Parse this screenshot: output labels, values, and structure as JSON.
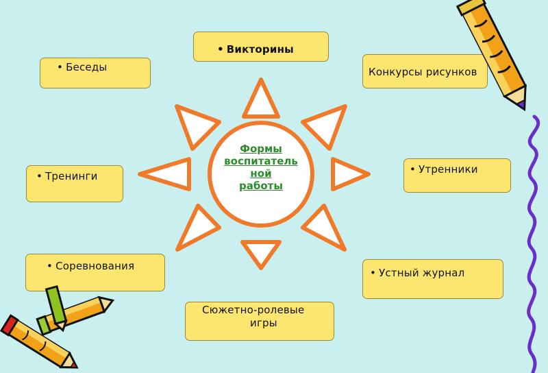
{
  "center": {
    "lines": [
      "Формы",
      "воспитатель",
      "ной",
      "работы"
    ]
  },
  "boxes": {
    "besedy": "Беседы",
    "viktoriny": "Викторины",
    "konkursy": "Конкурсы рисунков",
    "treningi": "Тренинги",
    "utrenniki": "Утренники",
    "sorevnovaniya": "Соревнования",
    "ustny": "Устный журнал",
    "syuzhet_line1": "Сюжетно-ролевые",
    "syuzhet_line2": "игры"
  },
  "colors": {
    "background": "#c9f0ef",
    "box_fill": "#fde66f",
    "sun_stroke": "#f07a2a",
    "center_text": "#2e8b2e",
    "squiggle": "#6a2fc9"
  },
  "icons": [
    "pencil-icon",
    "crayon-icon",
    "squiggle-line-icon"
  ]
}
